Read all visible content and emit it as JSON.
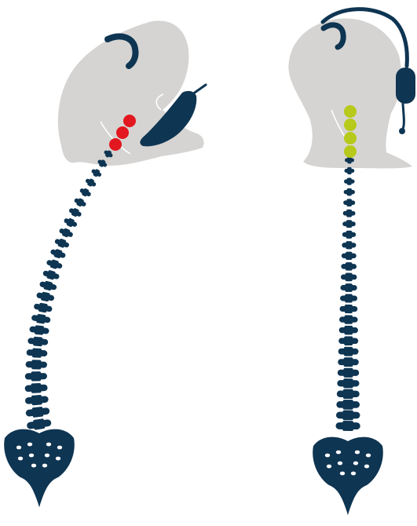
{
  "figure": {
    "colors": {
      "background": "#ffffff",
      "head": "#d6d4d2",
      "head_outline": "#ffffff",
      "spine": "#0e3552",
      "device": "#0e3552",
      "alert": "#e3171f",
      "ok": "#b7c91a"
    },
    "left_panel": {
      "device_icon": "phone-handset-icon",
      "neck_indicators": {
        "count": 3,
        "state": "alert"
      },
      "spine_shape": "curved"
    },
    "right_panel": {
      "device_icon": "headset-icon",
      "neck_indicators": {
        "count": 4,
        "state": "ok"
      },
      "spine_shape": "straight"
    }
  }
}
